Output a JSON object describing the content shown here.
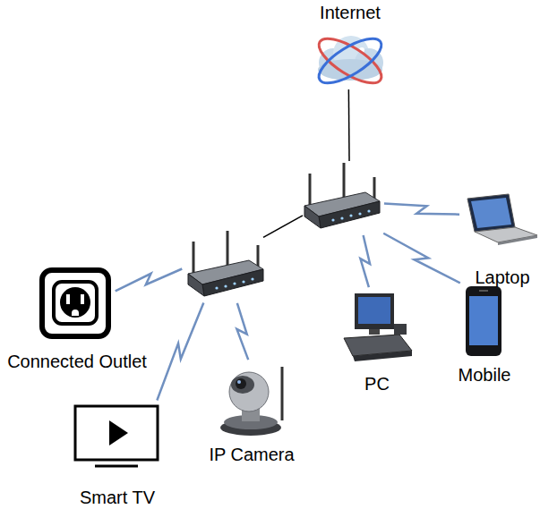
{
  "diagram": {
    "nodes": [
      {
        "text": [
          "Internet"
        ]
      },
      {
        "text": []
      },
      {
        "text": [
          "Laptop"
        ]
      },
      {
        "text": []
      },
      {
        "text": [
          "Connected Outlet"
        ]
      },
      {
        "text": [
          "PC"
        ]
      },
      {
        "text": [
          "Mobile"
        ]
      },
      {
        "text": [
          "IP Camera"
        ]
      },
      {
        "text": [
          "Smart TV"
        ]
      }
    ],
    "edges": [
      {
        "from": 0,
        "to": 1,
        "arrow": "none"
      },
      {
        "from": 1,
        "to": 2,
        "arrow": "none"
      },
      {
        "from": 1,
        "to": 5,
        "arrow": "none"
      },
      {
        "from": 1,
        "to": 6,
        "arrow": "none"
      },
      {
        "from": 1,
        "to": 3,
        "arrow": "none"
      },
      {
        "from": 3,
        "to": 4,
        "arrow": "none"
      },
      {
        "from": 3,
        "to": 7,
        "arrow": "none"
      },
      {
        "from": 3,
        "to": 8,
        "arrow": "none"
      }
    ]
  }
}
